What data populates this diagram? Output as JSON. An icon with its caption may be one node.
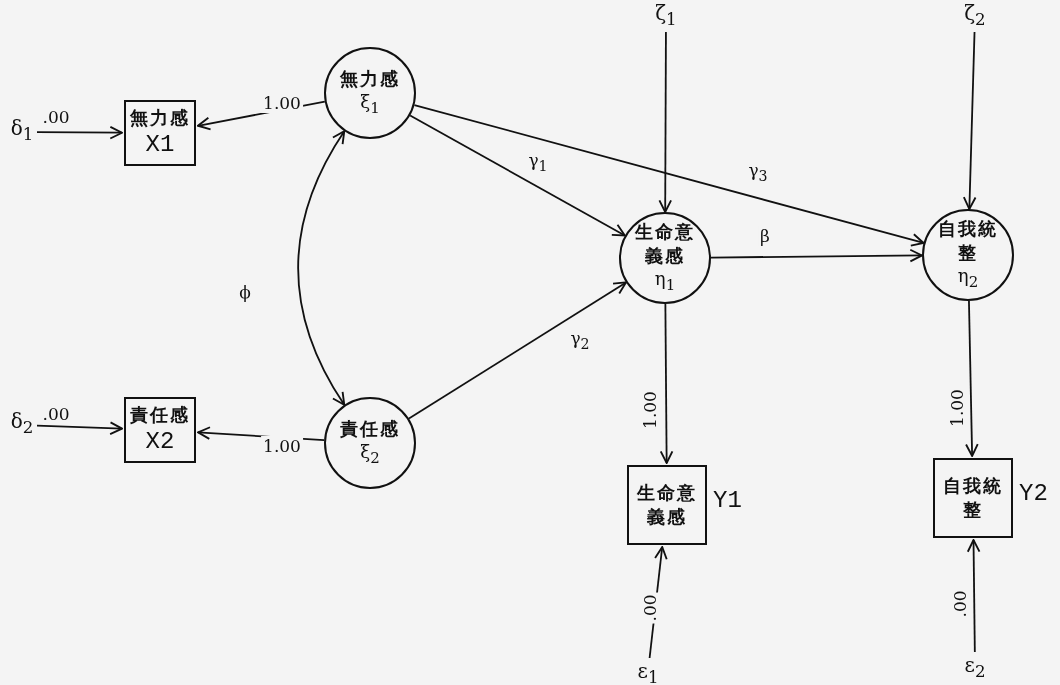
{
  "diagram": {
    "nodes": [
      {
        "text": [
          "δ$_{1}$"
        ]
      },
      {
        "text": [
          "無力感",
          "X1"
        ]
      },
      {
        "text": [
          "無力感",
          "ξ$_{1}$"
        ]
      },
      {
        "text": [
          "δ$_{2}$"
        ]
      },
      {
        "text": [
          "責任感",
          "X2"
        ]
      },
      {
        "text": [
          "責任感",
          "ξ$_{2}$"
        ]
      },
      {
        "text": [
          "ζ$_{1}$"
        ]
      },
      {
        "text": [
          "生命意義感",
          "η$_{1}$"
        ]
      },
      {
        "text": [
          "ζ$_{2}$"
        ]
      },
      {
        "text": [
          "自我統整",
          "η$_{2}$"
        ]
      },
      {
        "text": [
          "生命意義感"
        ],
        "beside": [
          "Y1"
        ]
      },
      {
        "text": [
          "自我統整"
        ],
        "beside": [
          "Y2"
        ]
      },
      {
        "text": [
          "ε$_{1}$"
        ]
      },
      {
        "text": [
          "ε$_{2}$"
        ]
      }
    ],
    "edges": [
      {
        "from": 0,
        "to": 1,
        "arrow": "to",
        "label": ".00"
      },
      {
        "from": 2,
        "to": 1,
        "arrow": "to",
        "label": "1.00"
      },
      {
        "from": 2,
        "to": 5,
        "arrow": "both",
        "label": "ϕ"
      },
      {
        "from": 2,
        "to": 7,
        "arrow": "to",
        "label": "γ$_{1}$"
      },
      {
        "from": 2,
        "to": 9,
        "arrow": "to",
        "label": "γ$_{3}$"
      },
      {
        "from": 5,
        "to": 7,
        "arrow": "to",
        "label": "γ$_{2}$"
      },
      {
        "from": 3,
        "to": 4,
        "arrow": "to",
        "label": ".00"
      },
      {
        "from": 5,
        "to": 4,
        "arrow": "to",
        "label": "1.00"
      },
      {
        "from": 6,
        "to": 7,
        "arrow": "to"
      },
      {
        "from": 8,
        "to": 9,
        "arrow": "to"
      },
      {
        "from": 7,
        "to": 9,
        "arrow": "to",
        "label": "β"
      },
      {
        "from": 7,
        "to": 10,
        "arrow": "to",
        "label": "1.00"
      },
      {
        "from": 9,
        "to": 11,
        "arrow": "to",
        "label": "1.00"
      },
      {
        "from": 12,
        "to": 10,
        "arrow": "to",
        "label": ".00"
      },
      {
        "from": 13,
        "to": 11,
        "arrow": "to",
        "label": ".00"
      }
    ]
  }
}
